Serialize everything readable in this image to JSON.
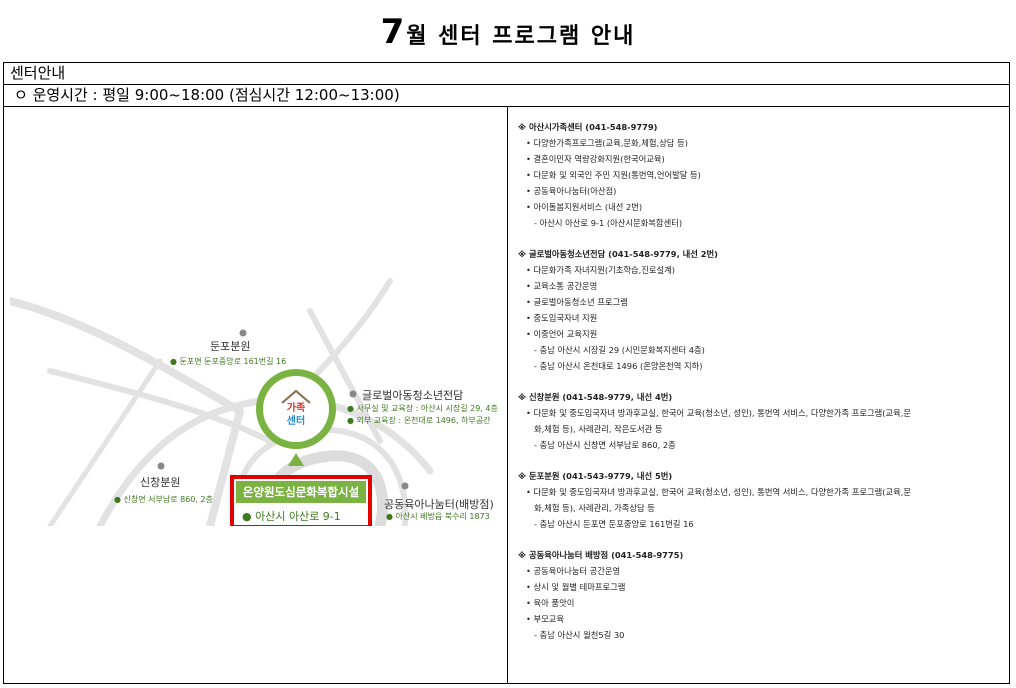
{
  "header": {
    "title_number": "7",
    "title_rest": "월 센터 프로그램 안내"
  },
  "table": {
    "section_label": "센터안내",
    "hours": "ㅇ 운영시간 : 평일 9:00~18:00 (점심시간 12:00~13:00)"
  },
  "map": {
    "locations": {
      "dunpo": {
        "name": "둔포분원",
        "address": "● 둔포면 둔포중앙로 161번길 16"
      },
      "global": {
        "name": "글로벌아동청소년전담",
        "office": "● 사무실 및 교육장 : 아산시 시장길 29, 4층",
        "outside": "● 외부 교육장 : 온천대로 1496, 하부공간"
      },
      "sinchang": {
        "name": "신창분원",
        "address": "● 신창면 서부남로 860, 2층"
      },
      "nanum": {
        "name": "공동육아나눔터(배방점)",
        "address": "● 아산시 배방읍 북수리 1873"
      },
      "main": {
        "name": "온양원도심문화복합시설",
        "address": "● 아산시 아산로 9-1"
      }
    },
    "logo_text": {
      "line1": "가족",
      "line2": "센터"
    },
    "colors": {
      "green": "#7ab342",
      "dark_green": "#3d7a1f",
      "red": "#e00000",
      "road": "#e2e2e2"
    }
  },
  "info": {
    "s1": {
      "h": "※ 아산시가족센터 (041-548-9779)",
      "i1": "• 다양한가족프로그램(교육,문화,체험,상담 등)",
      "i2": "• 결혼이민자 역량강화지원(한국어교육)",
      "i3": "• 다문화 및 외국인 주민 지원(통번역,언어발달 등)",
      "i4": "• 공동육아나눔터(아산점)",
      "i5": "• 아이돌봄지원서비스 (내선 2번)",
      "i6": "- 아산시 아산로 9-1 (아산시문화복합센터)"
    },
    "s2": {
      "h": "※ 글로벌아동청소년전담 (041-548-9779, 내선 2번)",
      "i1": "• 다문화가족 자녀지원(기초학습,진로설계)",
      "i2": "• 교육소통 공간운영",
      "i3": "• 글로벌아동청소년 프로그램",
      "i4": "• 중도입국자녀 지원",
      "i5": "• 이중언어 교육지원",
      "i6": "- 충남 아산시 시장길 29 (시민문화복지센터 4층)",
      "i7": "- 충남 아산시 온천대로 1496 (온양온천역 지하)"
    },
    "s3": {
      "h": "※ 신창분원 (041-548-9779, 내선 4번)",
      "i1": "• 다문화 및 중도입국자녀 방과후교실, 한국어 교육(청소년, 성인), 통번역 서비스, 다양한가족 프로그램(교육,문",
      "i2": "화,체험 등), 사례관리, 작은도서관 등",
      "i3": "- 충남 아산시 신창면 서부남로 860, 2층"
    },
    "s4": {
      "h": "※ 둔포분원 (041-543-9779, 내선 5번)",
      "i1": "• 다문화 및 중도입국자녀 방과후교실, 한국어 교육(청소년, 성인), 통번역 서비스, 다양한가족 프로그램(교육,문",
      "i2": "화,체험 등), 사례관리, 가족상담 등",
      "i3": "- 충남 아산시 둔포면 둔포중앙로 161번길 16"
    },
    "s5": {
      "h": "※ 공동육아나눔터 배방점 (041-548-9775)",
      "i1": "• 공동육아나눔터 공간운영",
      "i2": "• 상시 및 월별 테마프로그램",
      "i3": "• 육아 품앗이",
      "i4": "• 부모교육",
      "i5": "- 충남 아산시 월천5길 30"
    }
  }
}
